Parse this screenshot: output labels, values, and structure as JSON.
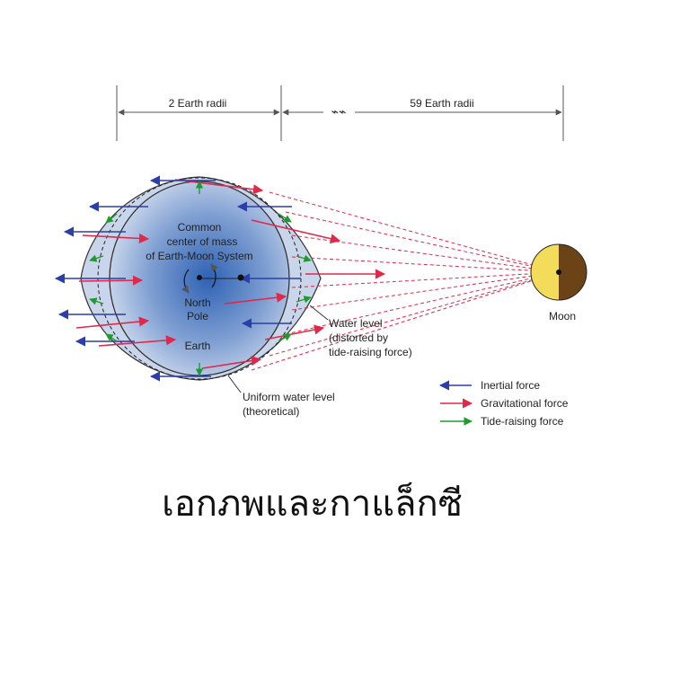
{
  "dimensions": {
    "earth_span": "2 Earth radii",
    "moon_distance": "59 Earth radii",
    "break_mark": "⌁⌁"
  },
  "labels": {
    "center_of_mass": [
      "Common",
      "center of mass",
      "of Earth-Moon System"
    ],
    "north_pole": [
      "North",
      "Pole"
    ],
    "earth": "Earth",
    "moon": "Moon",
    "water_level": [
      "Water level",
      "(distorted by",
      "tide-raising force)"
    ],
    "uniform_water_level": [
      "Uniform water level",
      "(theoretical)"
    ]
  },
  "legend": [
    {
      "label": "Inertial force",
      "color": "#2b3fa8"
    },
    {
      "label": "Gravitational force",
      "color": "#e0284a"
    },
    {
      "label": "Tide-raising force",
      "color": "#1f9a2e"
    }
  ],
  "colors": {
    "inertial": "#2b3fa8",
    "gravitational": "#e0284a",
    "tide": "#1f9a2e",
    "moon_lit": "#f2dc5a",
    "moon_dark": "#6b4316"
  },
  "caption": "เอกภพและกาแล็กซี"
}
